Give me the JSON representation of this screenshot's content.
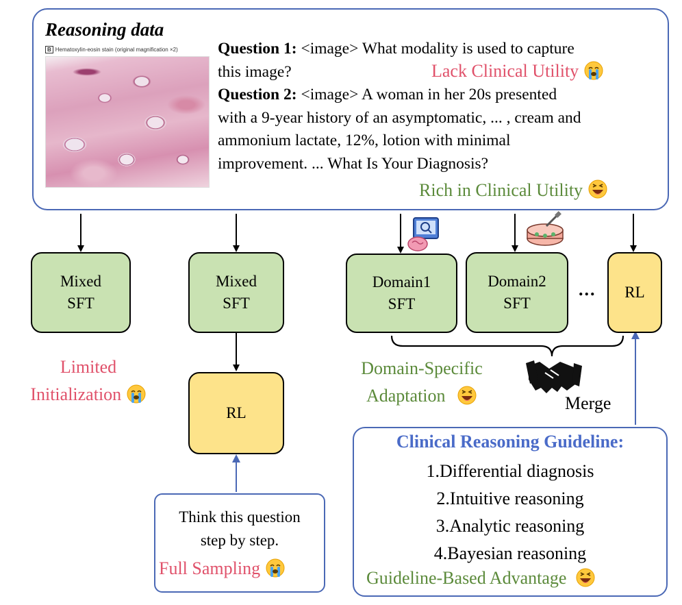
{
  "panel": {
    "title": "Reasoning data",
    "image_caption_letter": "B",
    "image_caption": "Hematoxylin-eosin stain (original magnification ×2)",
    "q1_label": "Question 1:",
    "q1_line1": " <image> What modality is used to capture",
    "q1_line2": "this image?",
    "q2_label": "Question 2:",
    "q2_line1": " <image> A woman in her 20s presented",
    "q2_line2": "with a 9-year history of an asymptomatic, ... , cream and",
    "q2_line3": "ammonium lactate, 12%, lotion with minimal",
    "q2_line4": "improvement. ... What Is Your Diagnosis?",
    "lack_label": "Lack Clinical Utility",
    "rich_label": "Rich in Clinical Utility"
  },
  "columns": {
    "col1_box": [
      "Mixed",
      "SFT"
    ],
    "col1_note": [
      "Limited",
      "Initialization"
    ],
    "col2_box": [
      "Mixed",
      "SFT"
    ],
    "col2_rl": "RL",
    "col2_prompt": [
      "Think this question",
      "step by step."
    ],
    "col2_note": "Full Sampling",
    "domain1": [
      "Domain1",
      "SFT"
    ],
    "domain2": [
      "Domain2",
      "SFT"
    ],
    "ellipsis": "...",
    "rl_right": "RL",
    "domain_note": [
      "Domain-Specific",
      "Adaptation"
    ],
    "merge_label": "Merge"
  },
  "guideline": {
    "title": "Clinical Reasoning Guideline:",
    "items": [
      "1.Differential diagnosis",
      "2.Intuitive reasoning",
      "3.Analytic reasoning",
      "4.Bayesian reasoning"
    ],
    "advantage": "Guideline-Based Advantage"
  },
  "emoji": {
    "crying": "crying-face-icon",
    "grinning": "grinning-face-icon",
    "brain_scan": "brain-scan-icon",
    "petri_dish": "petri-dish-icon",
    "handshake": "handshake-icon"
  },
  "colors": {
    "green_box": "#c9e2b2",
    "yellow_box": "#fde38a",
    "panel_border": "#4a68b5",
    "negative_text": "#e0516a",
    "positive_text": "#5b8a3a",
    "guideline_title": "#4a6bc8"
  }
}
